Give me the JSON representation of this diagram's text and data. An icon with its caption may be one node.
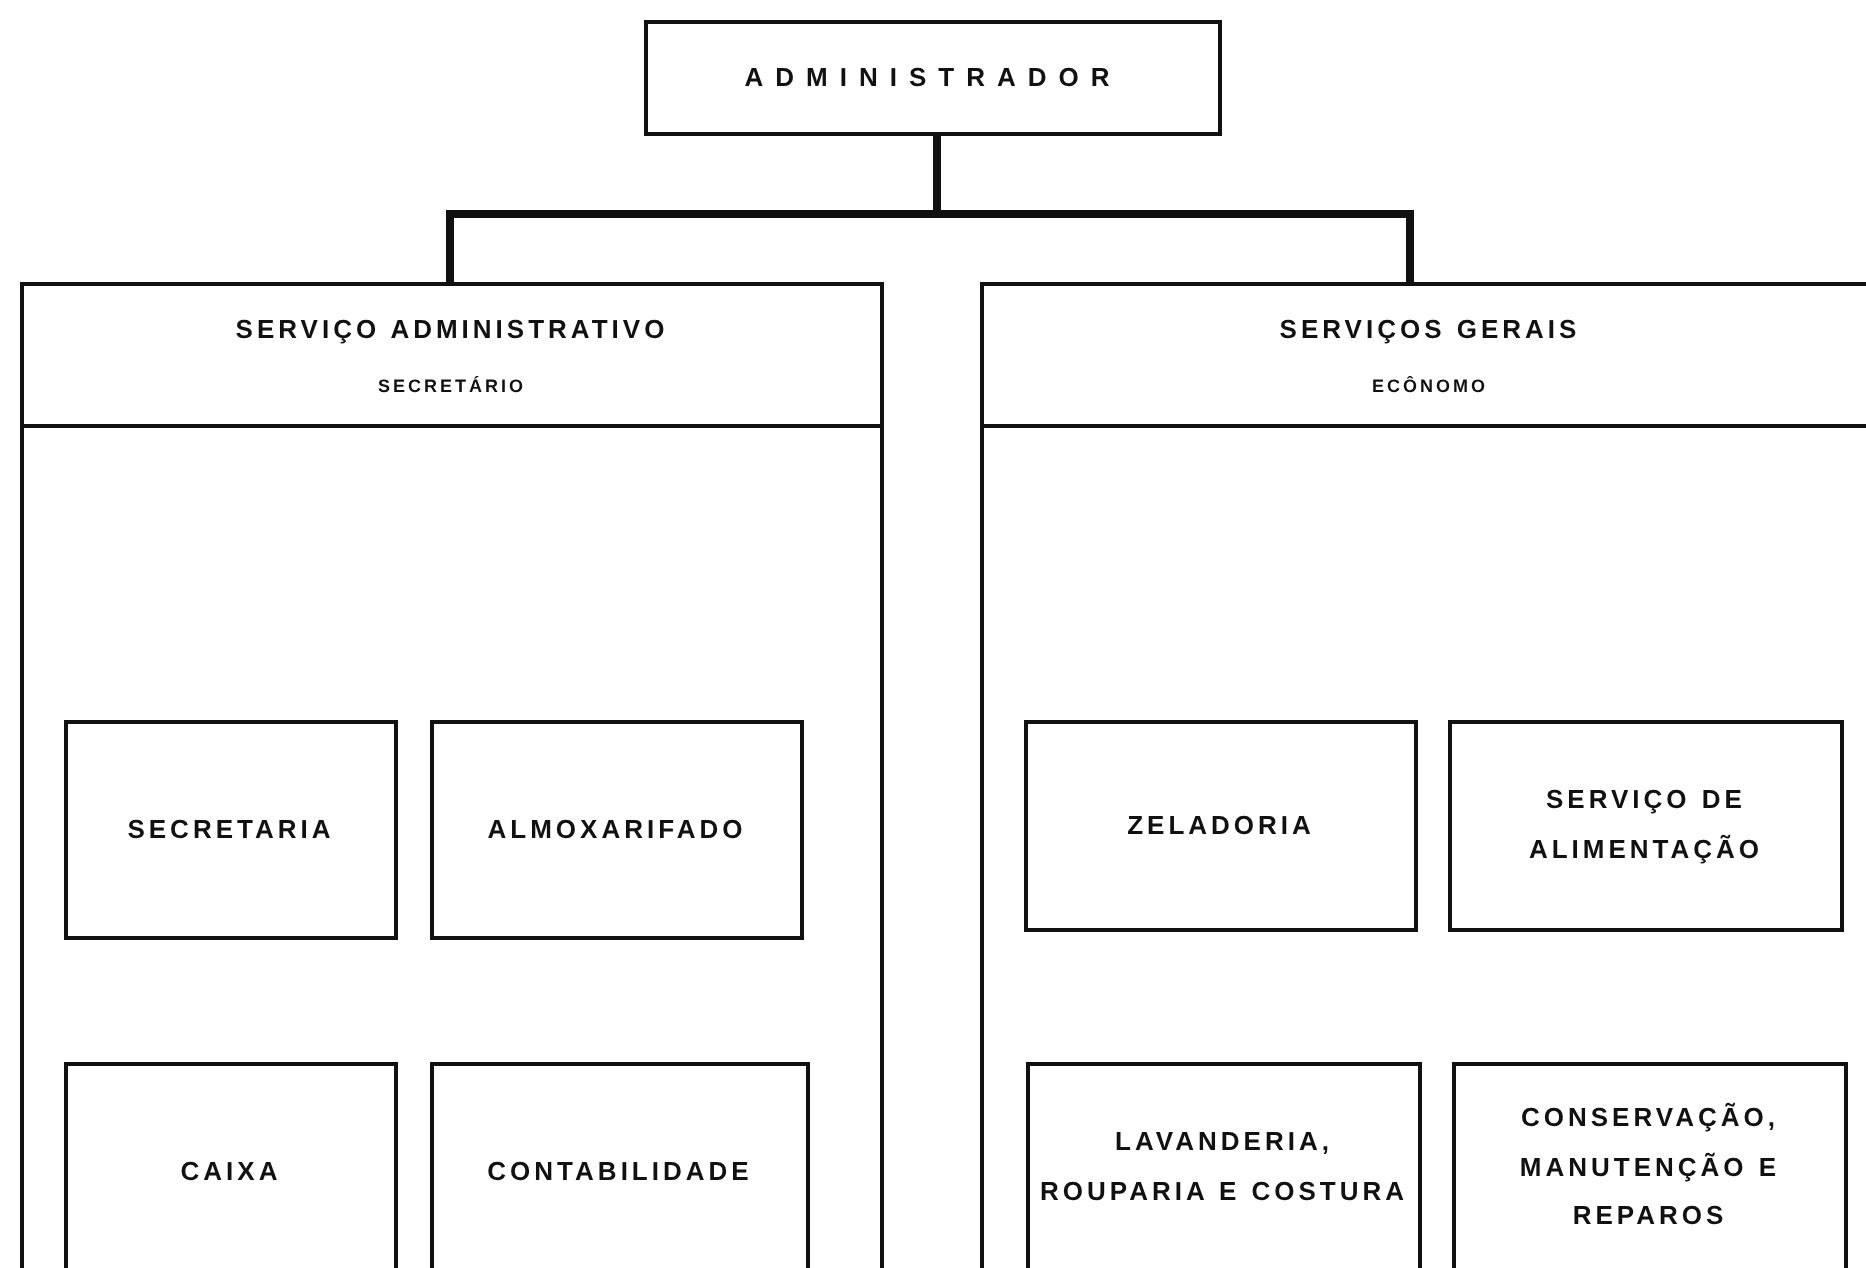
{
  "diagram": {
    "nodes": [
      {
        "text": [
          "ADMINISTRADOR"
        ]
      },
      {
        "text": [
          "SERVIÇO ADMINISTRATIVO",
          "SECRETÁRIO"
        ]
      },
      {
        "text": [
          "SECRETARIA"
        ],
        "in": 1
      },
      {
        "text": [
          "ALMOXARIFADO"
        ],
        "in": 1
      },
      {
        "text": [
          "CAIXA"
        ],
        "in": 1
      },
      {
        "text": [
          "CONTABILIDADE"
        ],
        "in": 1
      },
      {
        "text": [
          "SERVIÇOS GERAIS",
          "ECÔNOMO"
        ]
      },
      {
        "text": [
          "ZELADORIA"
        ],
        "in": 6
      },
      {
        "text": [
          "SERVIÇO DE ALIMENTAÇÃO"
        ],
        "in": 6
      },
      {
        "text": [
          "LAVANDERIA, ROUPARIA E COSTURA"
        ],
        "in": 6
      },
      {
        "text": [
          "CONSERVAÇÃO, MANUTENÇÃO E REPAROS"
        ],
        "in": 6
      }
    ],
    "edges": [
      {
        "from": 0,
        "to": 1,
        "arrow": "none"
      },
      {
        "from": 0,
        "to": 6,
        "arrow": "none"
      }
    ]
  }
}
